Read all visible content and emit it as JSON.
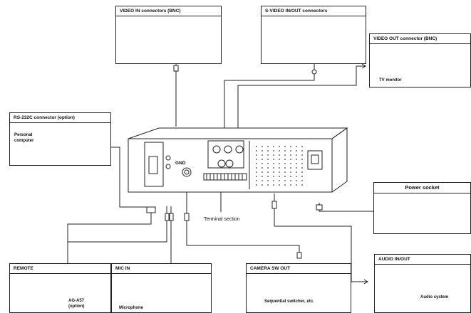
{
  "connectors": {
    "video_in": "VIDEO IN connectors (BNC)",
    "s_video": "S-VIDEO IN/OUT connectors",
    "video_out": "VIDEO OUT connector (BNC)",
    "rs232c": "RS-232C connector (option)",
    "power": "Power socket",
    "audio": "AUDIO IN/OUT",
    "remote": "REMOTE",
    "mic": "MIC IN",
    "camera_sw": "CAMERA SW OUT"
  },
  "devices": {
    "tv": "TV monitor",
    "pc_line1": "Personal",
    "pc_line2": "computer",
    "audio_system": "Audio system",
    "remote_model": "AG-A57",
    "remote_option": "(option)",
    "microphone": "Microphone",
    "switcher": "Sequential switcher, etc."
  },
  "unit": {
    "terminal_section": "Terminal section",
    "gnd": "GND"
  },
  "colors": {
    "line": "#222222",
    "background": "#ffffff"
  }
}
